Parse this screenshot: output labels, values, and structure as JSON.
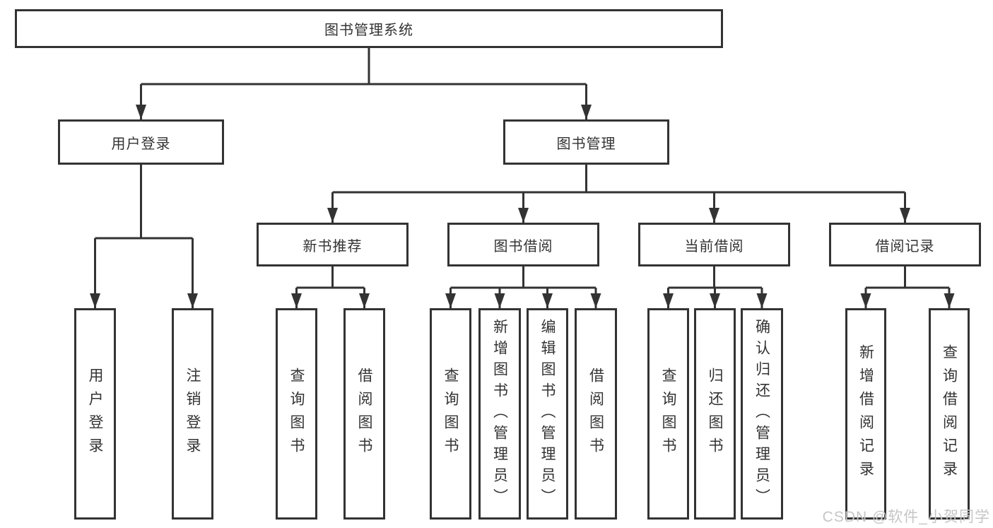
{
  "tree": {
    "label": "图书管理系统",
    "children": [
      {
        "label": "用户登录",
        "children": [
          {
            "label": "用户登录"
          },
          {
            "label": "注销登录"
          }
        ]
      },
      {
        "label": "图书管理",
        "children": [
          {
            "label": "新书推荐",
            "children": [
              {
                "label": "查询图书"
              },
              {
                "label": "借阅图书"
              }
            ]
          },
          {
            "label": "图书借阅",
            "children": [
              {
                "label": "查询图书"
              },
              {
                "label": "新增图书（管理员）"
              },
              {
                "label": "编辑图书（管理员）"
              },
              {
                "label": "借阅图书"
              }
            ]
          },
          {
            "label": "当前借阅",
            "children": [
              {
                "label": "查询图书"
              },
              {
                "label": "归还图书"
              },
              {
                "label": "确认归还（管理员）"
              }
            ]
          },
          {
            "label": "借阅记录",
            "children": [
              {
                "label": "新增借阅记录"
              },
              {
                "label": "查询借阅记录"
              }
            ]
          }
        ]
      }
    ]
  },
  "watermark": {
    "text": "CSDN @软件_小贺同学"
  },
  "colors": {
    "line": "#333333",
    "box_border": "#333333",
    "text": "#333333",
    "watermark": "#c6c6c6",
    "background": "#ffffff"
  }
}
